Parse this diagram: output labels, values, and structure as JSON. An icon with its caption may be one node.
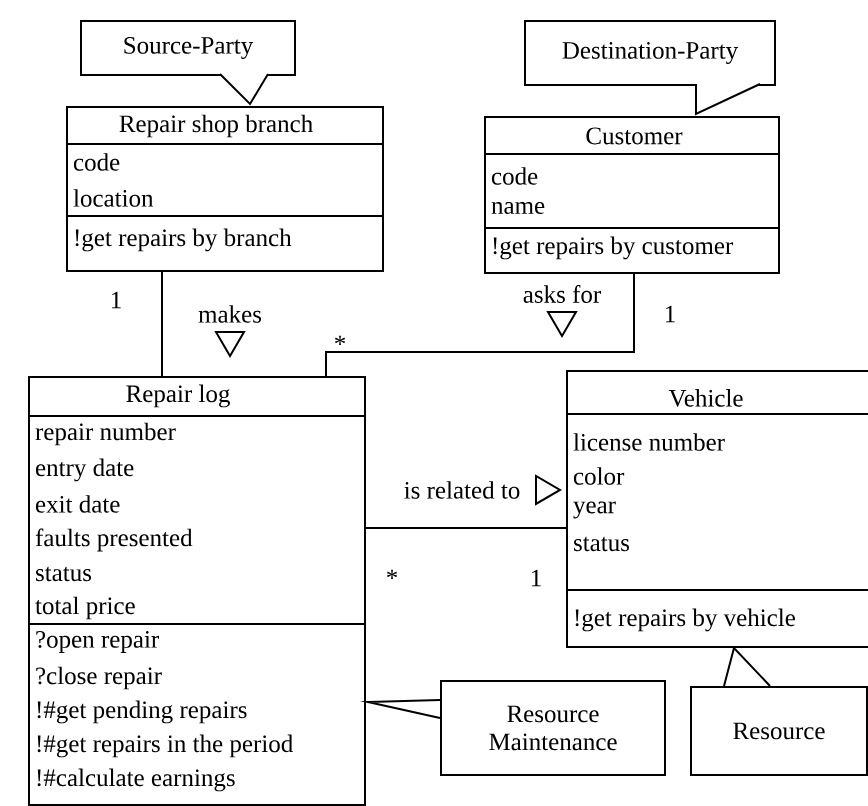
{
  "diagram": {
    "nodes": [
      {
        "text": [
          "Source-Party"
        ]
      },
      {
        "text": [
          "Repair shop branch",
          "code",
          "location",
          "!get repairs by branch"
        ]
      },
      {
        "text": [
          "Destination-Party"
        ]
      },
      {
        "text": [
          "Customer",
          "code",
          "name",
          "!get repairs by customer"
        ]
      },
      {
        "text": [
          "Repair log",
          "repair number",
          "entry date",
          "exit date",
          "faults presented",
          "status",
          "total price",
          "?open repair",
          "?close repair",
          "!#get pending repairs",
          "!#get repairs in the period",
          "!#calculate earnings"
        ]
      },
      {
        "text": [
          "Vehicle",
          "license number",
          "color",
          "year",
          "status",
          "!get repairs by vehicle"
        ]
      },
      {
        "text": [
          "Resource Maintenance"
        ]
      },
      {
        "text": [
          "Resource"
        ]
      }
    ],
    "edges": [
      {
        "from": 1,
        "to": 4,
        "label": "makes",
        "arrow": "none"
      },
      {
        "from": 3,
        "to": 4,
        "label": "asks for",
        "arrow": "none"
      },
      {
        "from": 4,
        "to": 5,
        "label": "is related to",
        "arrow": "none"
      }
    ],
    "labels": [
      "1",
      "1",
      "*",
      "*",
      "1"
    ]
  }
}
